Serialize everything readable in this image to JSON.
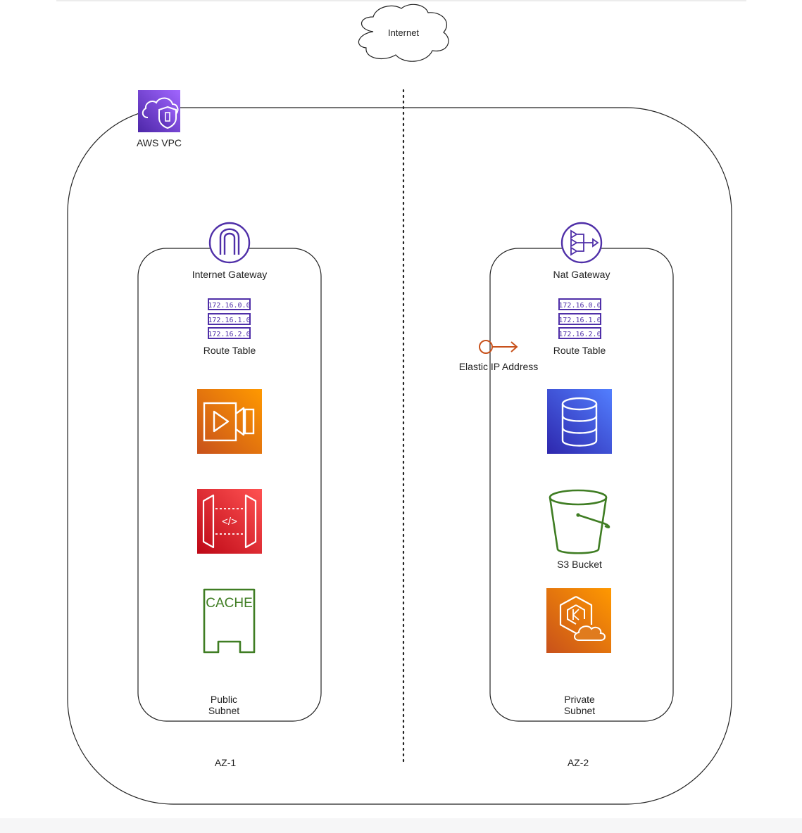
{
  "internet": {
    "label": "Internet"
  },
  "vpc": {
    "label": "AWS VPC",
    "icon": "vpc-shield-icon",
    "color": "#7b3fe4"
  },
  "az1": {
    "label": "AZ-1",
    "subnet": {
      "line1": "Public",
      "line2": "Subnet"
    },
    "gateway": {
      "label": "Internet Gateway",
      "icon": "internet-gateway-icon"
    },
    "route_table": {
      "label": "Route Table",
      "rows": [
        "172.16.0.0",
        "172.16.1.0",
        "172.16.2.0"
      ]
    },
    "services": [
      {
        "icon": "video-camera-icon",
        "color": "#e07b1e"
      },
      {
        "icon": "api-gateway-icon",
        "color": "#d23d3a"
      },
      {
        "icon": "cache-icon",
        "label": "CACHE",
        "color": "#3f7d23"
      }
    ]
  },
  "az2": {
    "label": "AZ-2",
    "subnet": {
      "line1": "Private",
      "line2": "Subnet"
    },
    "gateway": {
      "label": "Nat Gateway",
      "icon": "nat-gateway-icon"
    },
    "route_table": {
      "label": "Route Table",
      "rows": [
        "172.16.0.0",
        "172.16.1.0",
        "172.16.2.0"
      ]
    },
    "elastic_ip": {
      "label": "Elastic IP Address",
      "icon": "elastic-ip-icon"
    },
    "services": [
      {
        "icon": "database-icon",
        "color": "#3448c5"
      },
      {
        "icon": "s3-bucket-icon",
        "label": "S3 Bucket",
        "color": "#3f7d23"
      },
      {
        "icon": "eks-icon",
        "color": "#e07b1e"
      }
    ]
  }
}
